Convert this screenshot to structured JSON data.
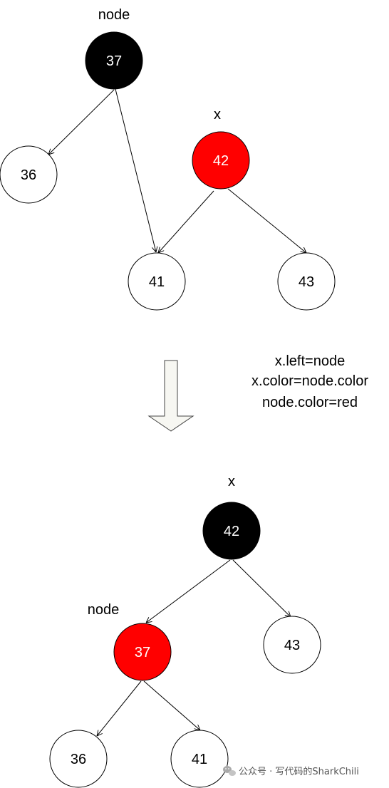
{
  "colors": {
    "black": "#000000",
    "red": "#ff0000",
    "white": "#ffffff",
    "arrow_fill": "#f7f7f2"
  },
  "top_tree": {
    "labels": {
      "node": "node",
      "x": "x"
    },
    "nodes": {
      "n37": {
        "value": "37",
        "color": "black"
      },
      "n36": {
        "value": "36",
        "color": "white"
      },
      "n42": {
        "value": "42",
        "color": "red"
      },
      "n41": {
        "value": "41",
        "color": "white"
      },
      "n43": {
        "value": "43",
        "color": "white"
      }
    }
  },
  "transition": {
    "icon": "down-arrow-icon",
    "steps": [
      "x.left=node",
      "x.color=node.color",
      "node.color=red"
    ]
  },
  "bottom_tree": {
    "labels": {
      "x": "x",
      "node": "node"
    },
    "nodes": {
      "n42": {
        "value": "42",
        "color": "black"
      },
      "n37": {
        "value": "37",
        "color": "red"
      },
      "n43": {
        "value": "43",
        "color": "white"
      },
      "n36": {
        "value": "36",
        "color": "white"
      },
      "n41": {
        "value": "41",
        "color": "white"
      }
    }
  },
  "watermark": {
    "icon": "wechat-icon",
    "text": "公众号 · 写代码的SharkChili"
  }
}
